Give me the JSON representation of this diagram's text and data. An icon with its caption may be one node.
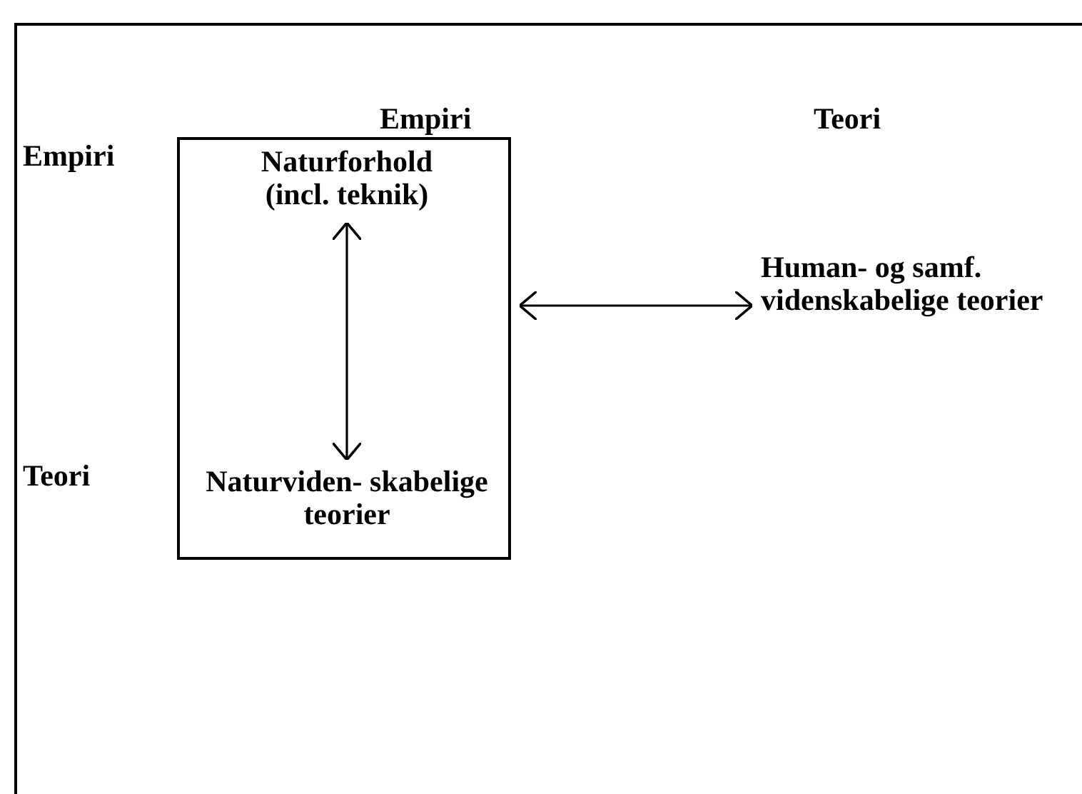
{
  "diagram": {
    "nodes": [
      {
        "text": [],
        "shape": "box"
      },
      {
        "text": [
          "Naturforhold (incl. teknik)"
        ],
        "in": 0
      },
      {
        "text": [
          "Naturviden- skabelige teorier"
        ],
        "in": 0
      },
      {
        "text": [
          "Human- og samf. videnskabelige teorier"
        ]
      }
    ],
    "edges": [
      {
        "from": 1,
        "to": 2,
        "arrow": "both"
      },
      {
        "from": 0,
        "to": 3,
        "arrow": "both"
      }
    ],
    "labels": [
      "Empiri",
      "Teori",
      "Empiri",
      "Teori"
    ]
  }
}
